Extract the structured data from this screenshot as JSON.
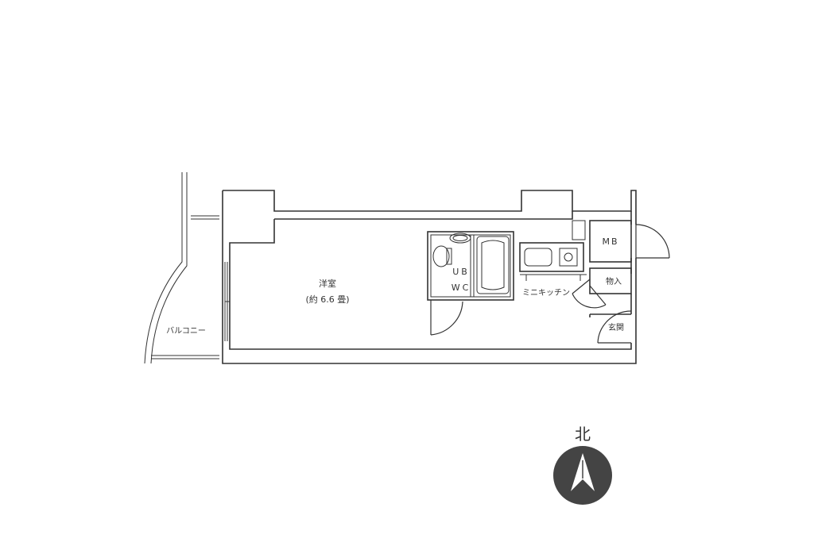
{
  "rooms": {
    "western_room": "洋室",
    "western_room_size": "(約 6.6 畳)",
    "unit_bath": "UB",
    "toilet": "WC",
    "mini_kitchen": "ミニキッチン",
    "meter_box": "MB",
    "storage": "物入",
    "entrance": "玄関",
    "balcony": "バルコニー"
  },
  "compass": {
    "label": "北",
    "icon": "north-arrow-icon",
    "color": "#444444"
  },
  "colors": {
    "line": "#333333",
    "background": "#ffffff"
  }
}
